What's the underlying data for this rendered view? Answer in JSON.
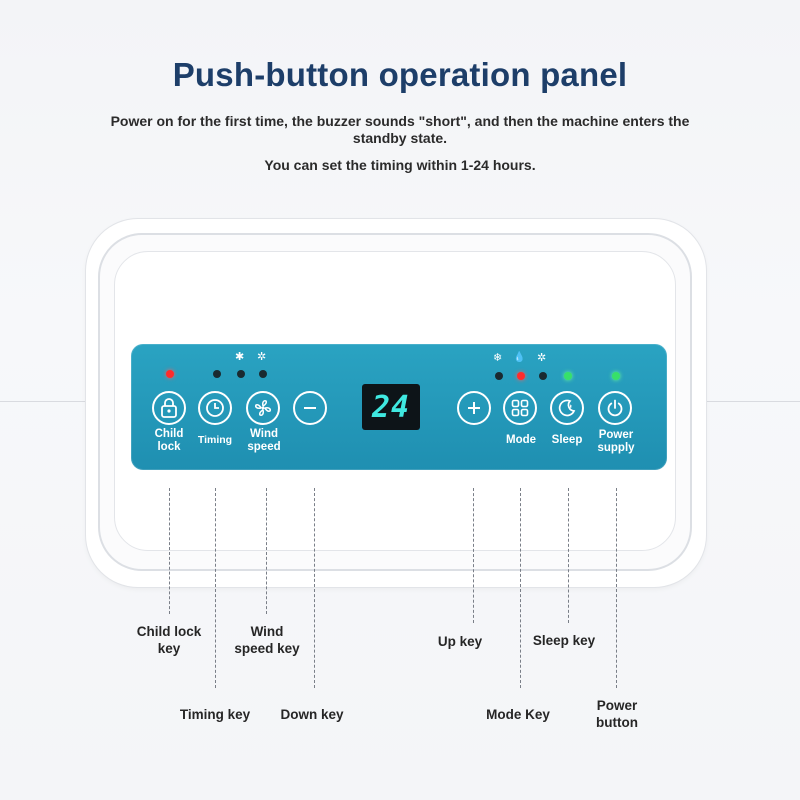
{
  "header": {
    "title": "Push-button operation panel",
    "description_line1": "Power on for the first time, the buzzer sounds \"short\", and then the machine enters the standby state.",
    "description_line2": "You can set the timing within 1-24 hours."
  },
  "display": {
    "value": "24",
    "color": "#3fe8e0"
  },
  "colors": {
    "panel": "#2aa3c2",
    "title": "#1d3e69",
    "led_red": "#ff2b2b",
    "led_green": "#37e06a"
  },
  "keys": {
    "child_lock": {
      "label_l1": "Child",
      "label_l2": "lock",
      "icon": "lock-icon"
    },
    "timing": {
      "label": "Timing",
      "icon": "clock-icon"
    },
    "wind_speed": {
      "label_l1": "Wind",
      "label_l2": "speed",
      "icon": "fan-icon"
    },
    "down": {
      "icon": "minus-icon"
    },
    "up": {
      "icon": "plus-icon"
    },
    "mode": {
      "label": "Mode",
      "icon": "grid-icon"
    },
    "sleep": {
      "label": "Sleep",
      "icon": "moon-icon"
    },
    "power": {
      "label_l1": "Power",
      "label_l2": "supply",
      "icon": "power-icon"
    }
  },
  "indicator_icons": {
    "wind_low": "✱",
    "wind_high": "✲",
    "snowflake": "❄",
    "drops": "💧",
    "fan": "✲"
  },
  "callouts": {
    "child_lock_key": {
      "l1": "Child lock",
      "l2": "key"
    },
    "wind_speed_key": {
      "l1": "Wind",
      "l2": "speed key"
    },
    "up_key": "Up key",
    "sleep_key": "Sleep key",
    "timing_key": "Timing key",
    "down_key": "Down key",
    "mode_key": "Mode Key",
    "power_button": {
      "l1": "Power",
      "l2": "button"
    }
  }
}
